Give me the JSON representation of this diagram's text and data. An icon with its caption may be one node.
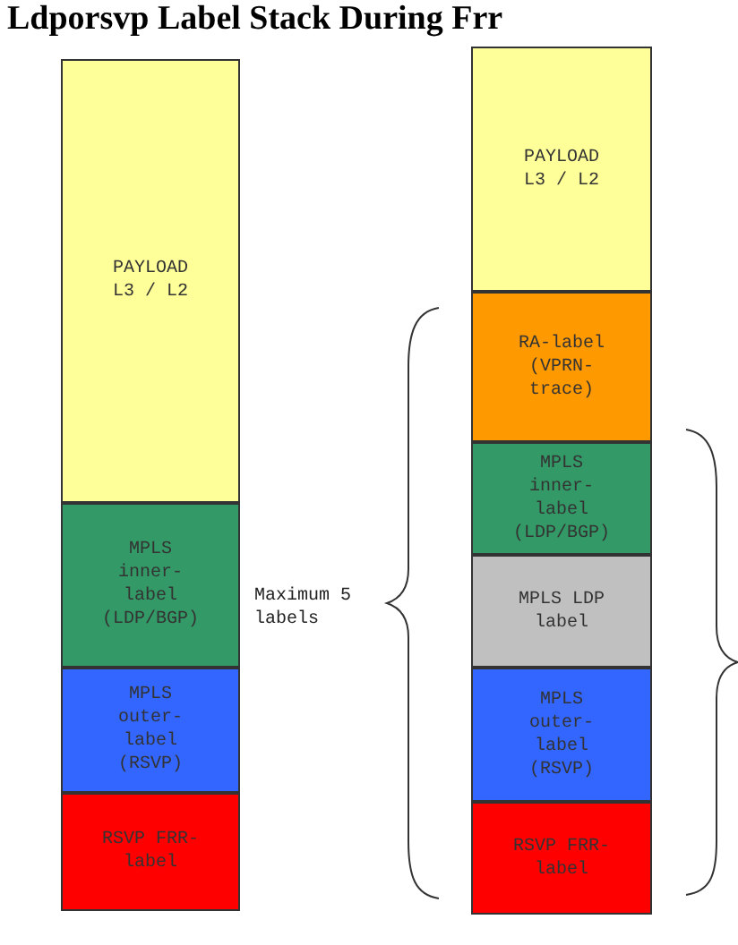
{
  "diagram": {
    "title": "Ldporsvp Label Stack During Frr",
    "nodes": [
      {
        "text": [
          "PAYLOAD L3 / L2"
        ]
      },
      {
        "text": [
          "MPLS inner-label (LDP/BGP)"
        ]
      },
      {
        "text": [
          "MPLS outer-label (RSVP)"
        ]
      },
      {
        "text": [
          "RSVP FRR-label"
        ]
      },
      {
        "text": [
          "PAYLOAD L3 / L2"
        ]
      },
      {
        "text": [
          "RA-label (VPRN-trace)"
        ]
      },
      {
        "text": [
          "MPLS inner-label (LDP/BGP)"
        ]
      },
      {
        "text": [
          "MPLS LDP label"
        ]
      },
      {
        "text": [
          "MPLS outer-label (RSVP)"
        ]
      },
      {
        "text": [
          "RSVP FRR-label"
        ]
      }
    ],
    "edges": [],
    "labels": [
      "Maximum 5 labels"
    ]
  }
}
